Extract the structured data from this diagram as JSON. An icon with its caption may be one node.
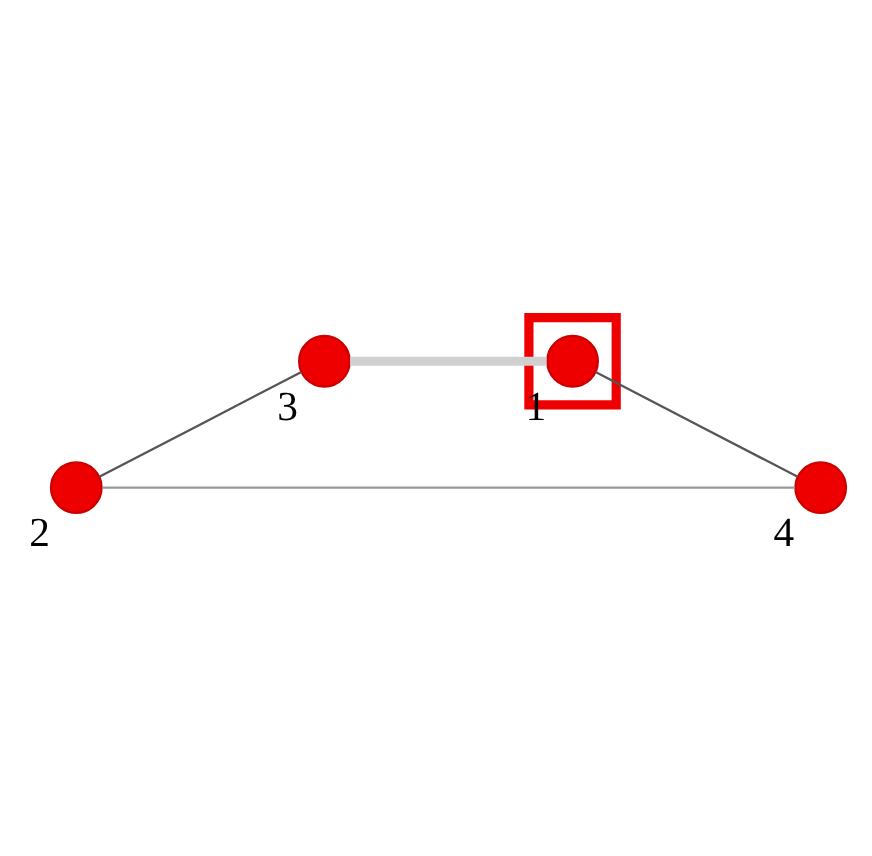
{
  "diagram": {
    "nodes": [
      {
        "text": [],
        "shape": "circle",
        "beside": [
          "2"
        ]
      },
      {
        "text": [],
        "shape": "circle",
        "beside": [
          "3"
        ]
      },
      {
        "text": [],
        "shape": "box"
      },
      {
        "text": [],
        "shape": "circle",
        "beside": [
          "1"
        ],
        "in": 2
      },
      {
        "text": [],
        "shape": "circle",
        "beside": [
          "4"
        ]
      }
    ],
    "edges": [
      {
        "from": 0,
        "to": 1,
        "arrow": "none"
      },
      {
        "from": 0,
        "to": 4,
        "arrow": "none",
        "color": "#999999"
      },
      {
        "from": 1,
        "to": 3,
        "arrow": "none",
        "style": "thick",
        "color": "#d0d0d0"
      },
      {
        "from": 3,
        "to": 4,
        "arrow": "none"
      }
    ]
  }
}
